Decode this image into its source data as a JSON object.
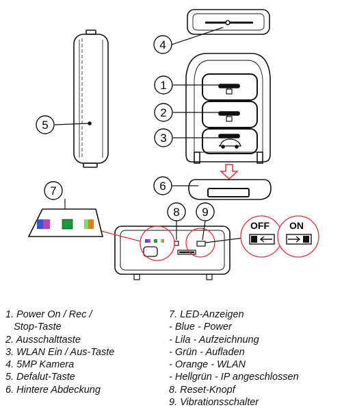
{
  "callouts": [
    "1",
    "2",
    "3",
    "4",
    "5",
    "6",
    "7",
    "8",
    "9"
  ],
  "switch": {
    "off_label": "OFF",
    "on_label": "ON"
  },
  "led_colors": {
    "blue": "#3a55d0",
    "purple": "#c33fb5",
    "green": "#1a9a3a",
    "orange": "#e0801c",
    "light_green": "#8fd36a"
  },
  "accent_red": "#d9313c",
  "legend": {
    "left": [
      "1. Power On / Rec /",
      "   Stop-Taste",
      "2. Ausschalttaste",
      "3. WLAN Ein / Aus-Taste",
      "4. 5MP Kamera",
      "5. Defalut-Taste",
      "6. Hintere Abdeckung"
    ],
    "right": [
      "7. LED-Anzeigen",
      "- Blue - Power",
      "- Lila - Aufzeichnung",
      "- Grün - Aufladen",
      "- Orange - WLAN",
      "- Hellgrün - IP angeschlossen",
      "8. Reset-Knopf",
      "9. Vibrationsschalter"
    ]
  }
}
